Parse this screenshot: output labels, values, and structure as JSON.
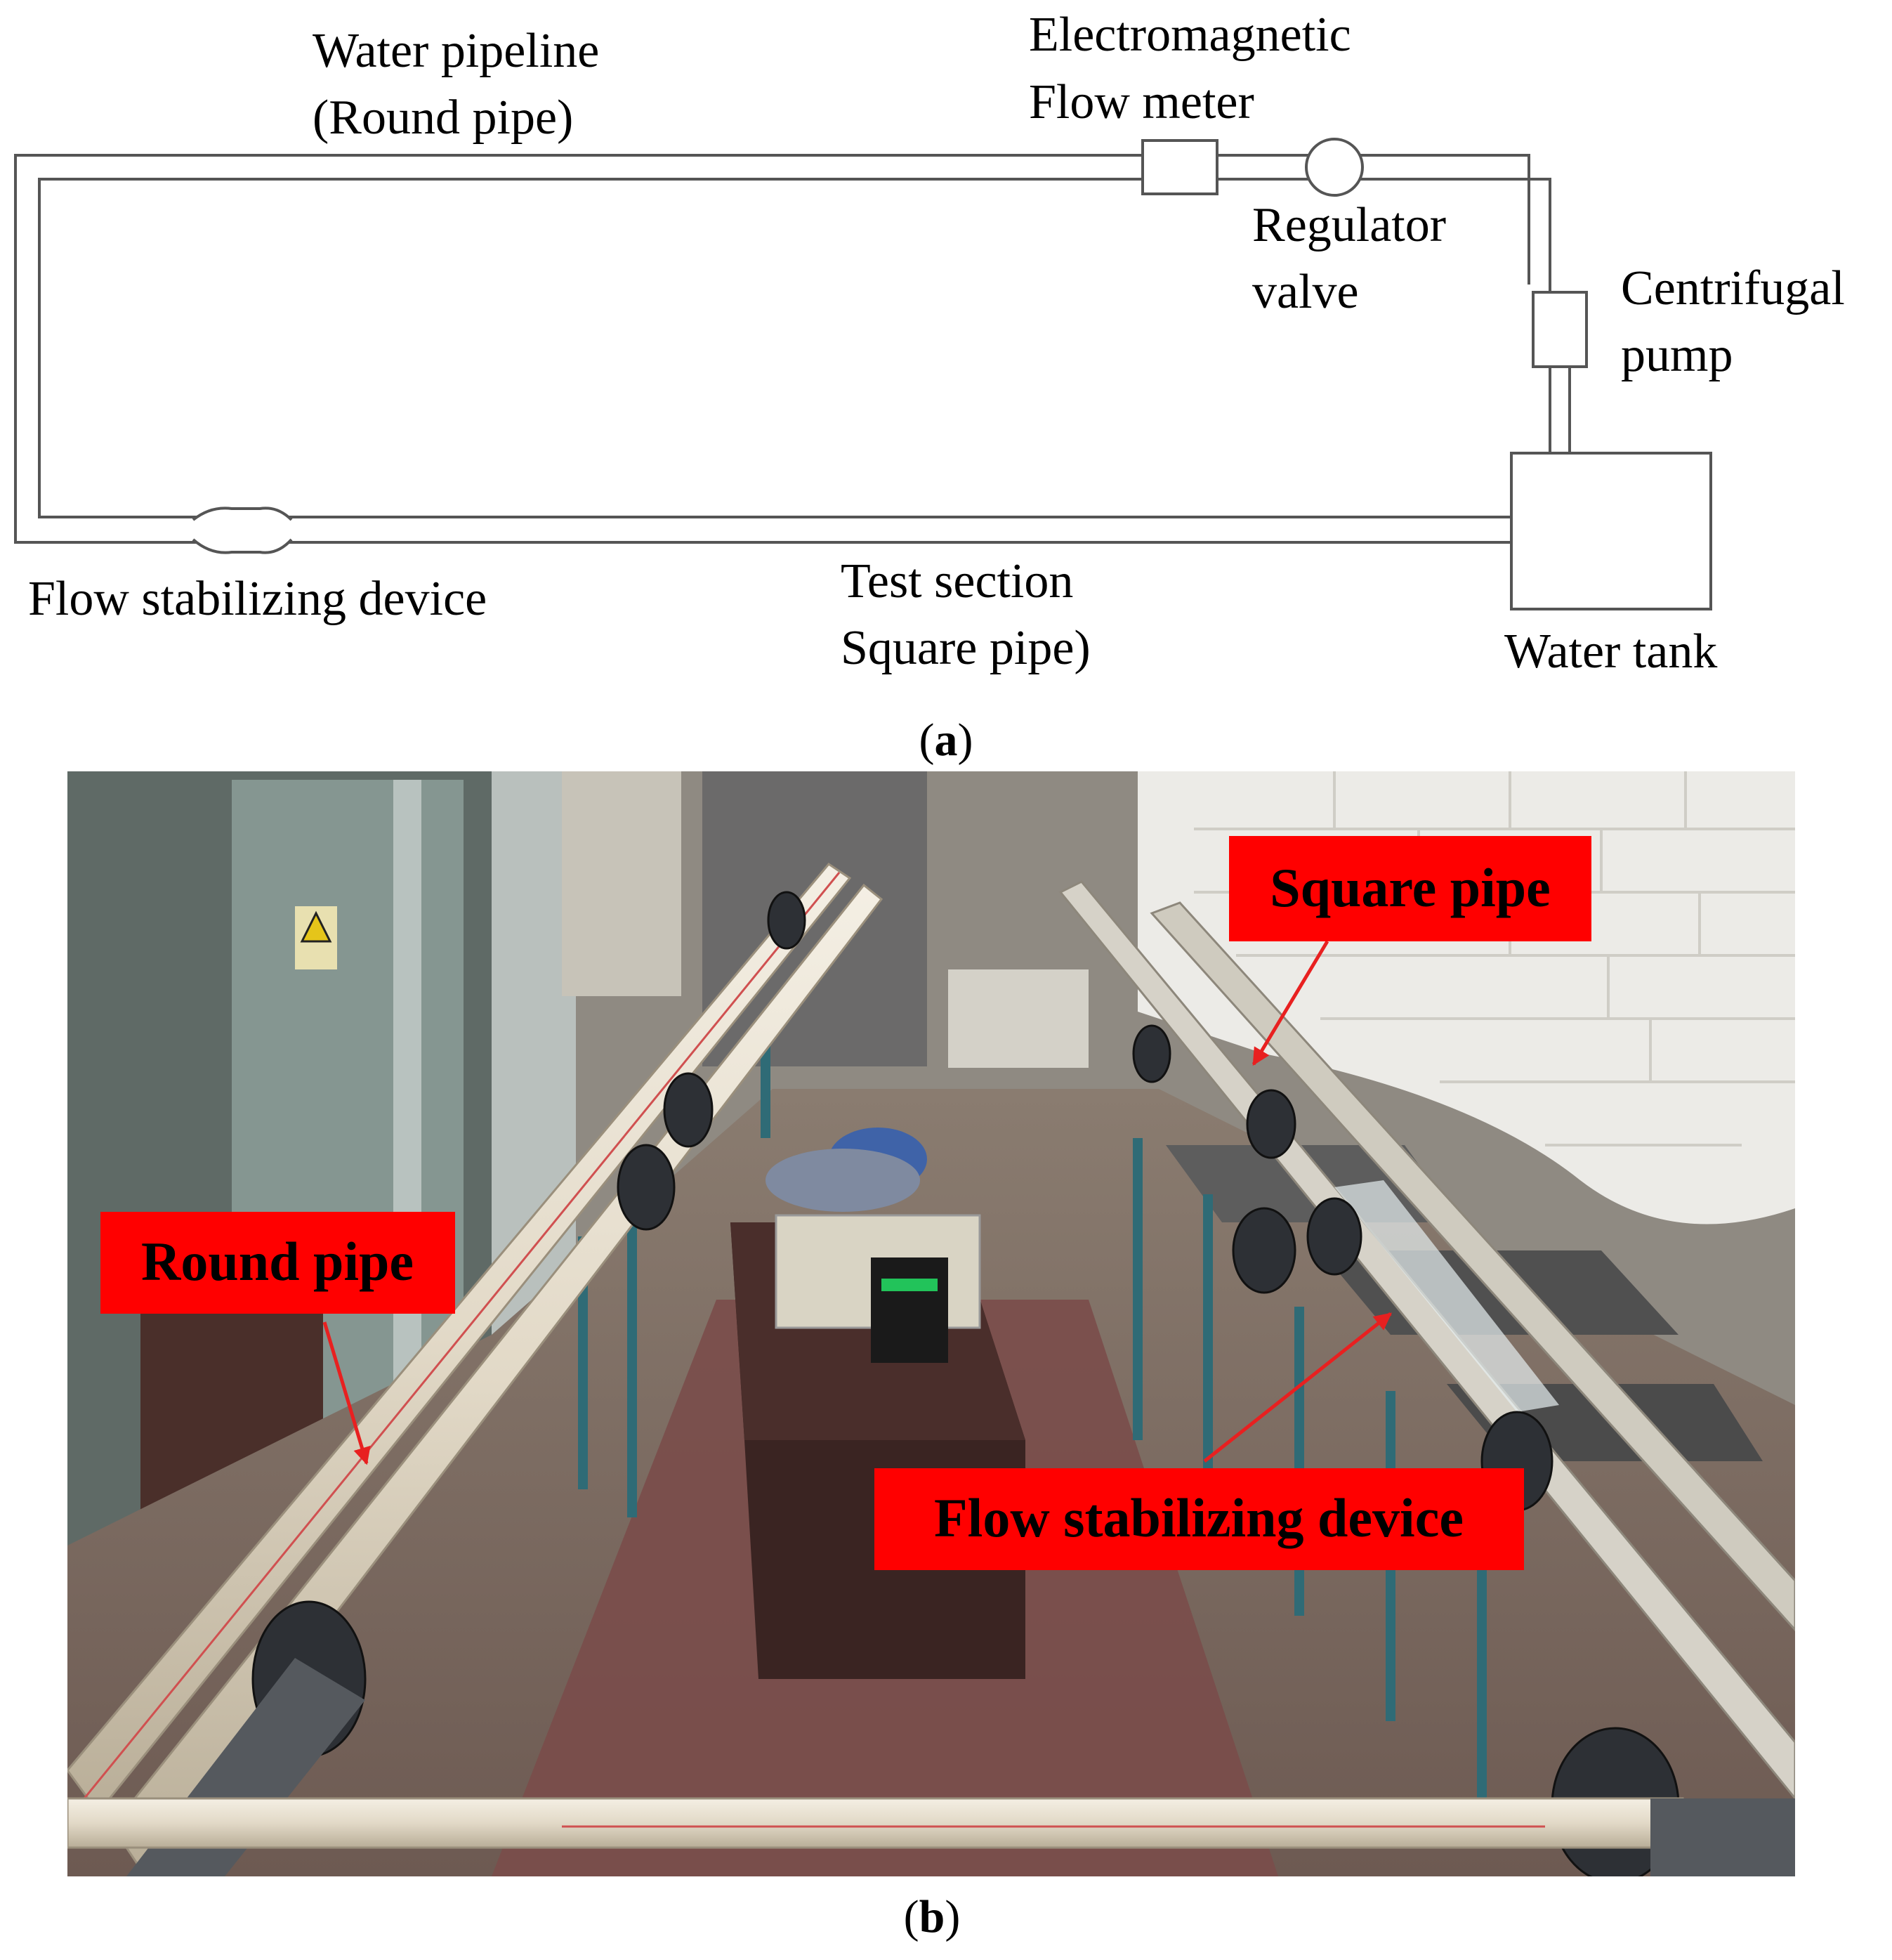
{
  "panel_a": {
    "labels": {
      "water_pipeline_line1": "Water pipeline",
      "water_pipeline_line2": "(Round pipe)",
      "flowmeter_line1": "Electromagnetic",
      "flowmeter_line2": "Flow meter",
      "regulator_line1": "Regulator",
      "regulator_line2": "valve",
      "pump_line1": "Centrifugal",
      "pump_line2": "pump",
      "stabilizer": "Flow stabilizing device",
      "test_line1": "Test section",
      "test_line2": "Square pipe)",
      "tank": "Water tank"
    },
    "caption_open": "(",
    "caption_letter": "a",
    "caption_close": ")"
  },
  "panel_b": {
    "callouts": {
      "square_pipe": "Square pipe",
      "round_pipe": "Round pipe",
      "flow_stabilizing": "Flow stabilizing device"
    },
    "caption_open": "(",
    "caption_letter": "b",
    "caption_close": ")"
  },
  "colors": {
    "callout_fill": "#ff0000",
    "arrow": "#e82020",
    "pipe_line": "#555555"
  }
}
